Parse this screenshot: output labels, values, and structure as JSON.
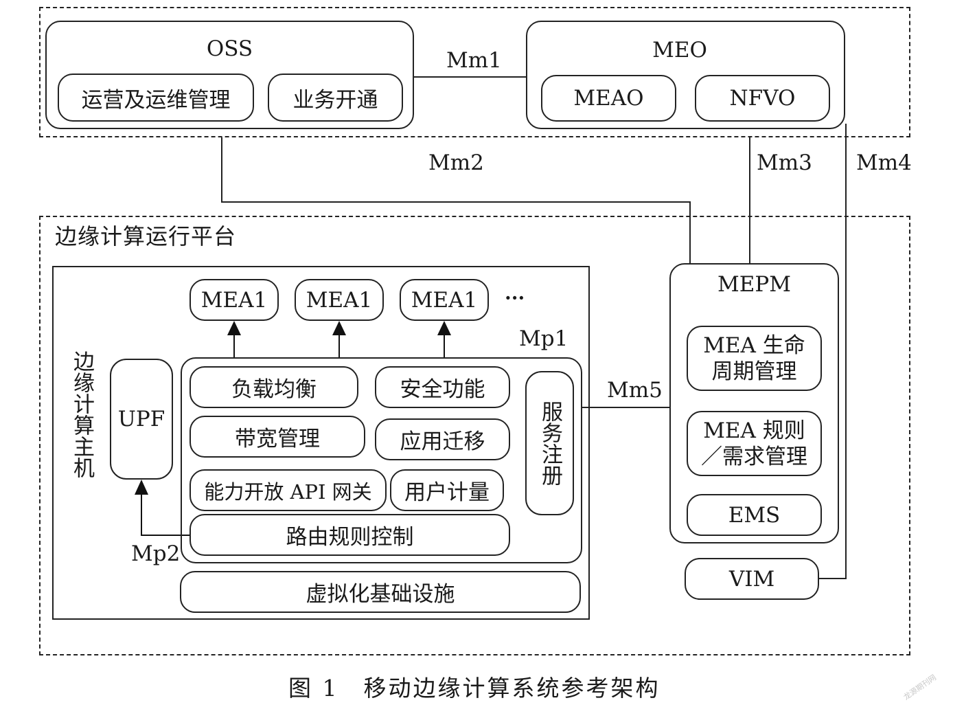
{
  "top": {
    "oss": {
      "title": "OSS",
      "items": [
        "运营及运维管理",
        "业务开通"
      ]
    },
    "meo": {
      "title": "MEO",
      "items": [
        "MEAO",
        "NFVO"
      ]
    }
  },
  "interfaces": {
    "mm1": "Mm1",
    "mm2": "Mm2",
    "mm3": "Mm3",
    "mm4": "Mm4",
    "mm5": "Mm5",
    "mp1": "Mp1",
    "mp2": "Mp2"
  },
  "platform": {
    "title": "边缘计算运行平台",
    "host": {
      "title": "边缘计算主机",
      "upf": "UPF",
      "apps": [
        "MEA1",
        "MEA1",
        "MEA1"
      ],
      "ellipsis": "···",
      "services": {
        "load_balance": "负载均衡",
        "security": "安全功能",
        "bandwidth": "带宽管理",
        "app_migration": "应用迁移",
        "api_gateway": "能力开放 API 网关",
        "user_metering": "用户计量",
        "routing": "路由规则控制",
        "registration": "服务注册"
      },
      "infra": "虚拟化基础设施"
    },
    "mepm": {
      "title": "MEPM",
      "items": [
        "MEA 生命周期管理",
        "MEA 规则／需求管理",
        "EMS"
      ]
    },
    "vim": "VIM"
  },
  "caption": "图 1　移动边缘计算系统参考架构",
  "watermark": "龙源期刊网"
}
